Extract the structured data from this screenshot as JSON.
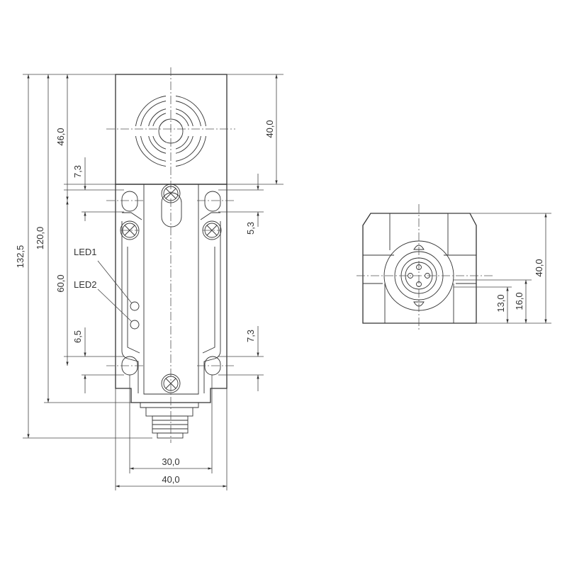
{
  "front_view": {
    "dimensions": {
      "overall_length": "132,5",
      "housing_length": "120,0",
      "head_height": "46,0",
      "hole_spacing": "60,0",
      "upper_hole_offset": "7,3",
      "lower_hole_offset": "6,5",
      "right_upper_offset": "5,3",
      "right_lower_offset": "7,3",
      "head_right_height": "40,0",
      "hole_pitch_width": "30,0",
      "overall_width": "40,0"
    },
    "leds": {
      "led1": "LED1",
      "led2": "LED2"
    }
  },
  "side_view": {
    "dimensions": {
      "height": "40,0",
      "connector_height": "16,0",
      "axis_height": "13,0"
    }
  },
  "colors": {
    "line": "#333333",
    "background": "#ffffff"
  }
}
